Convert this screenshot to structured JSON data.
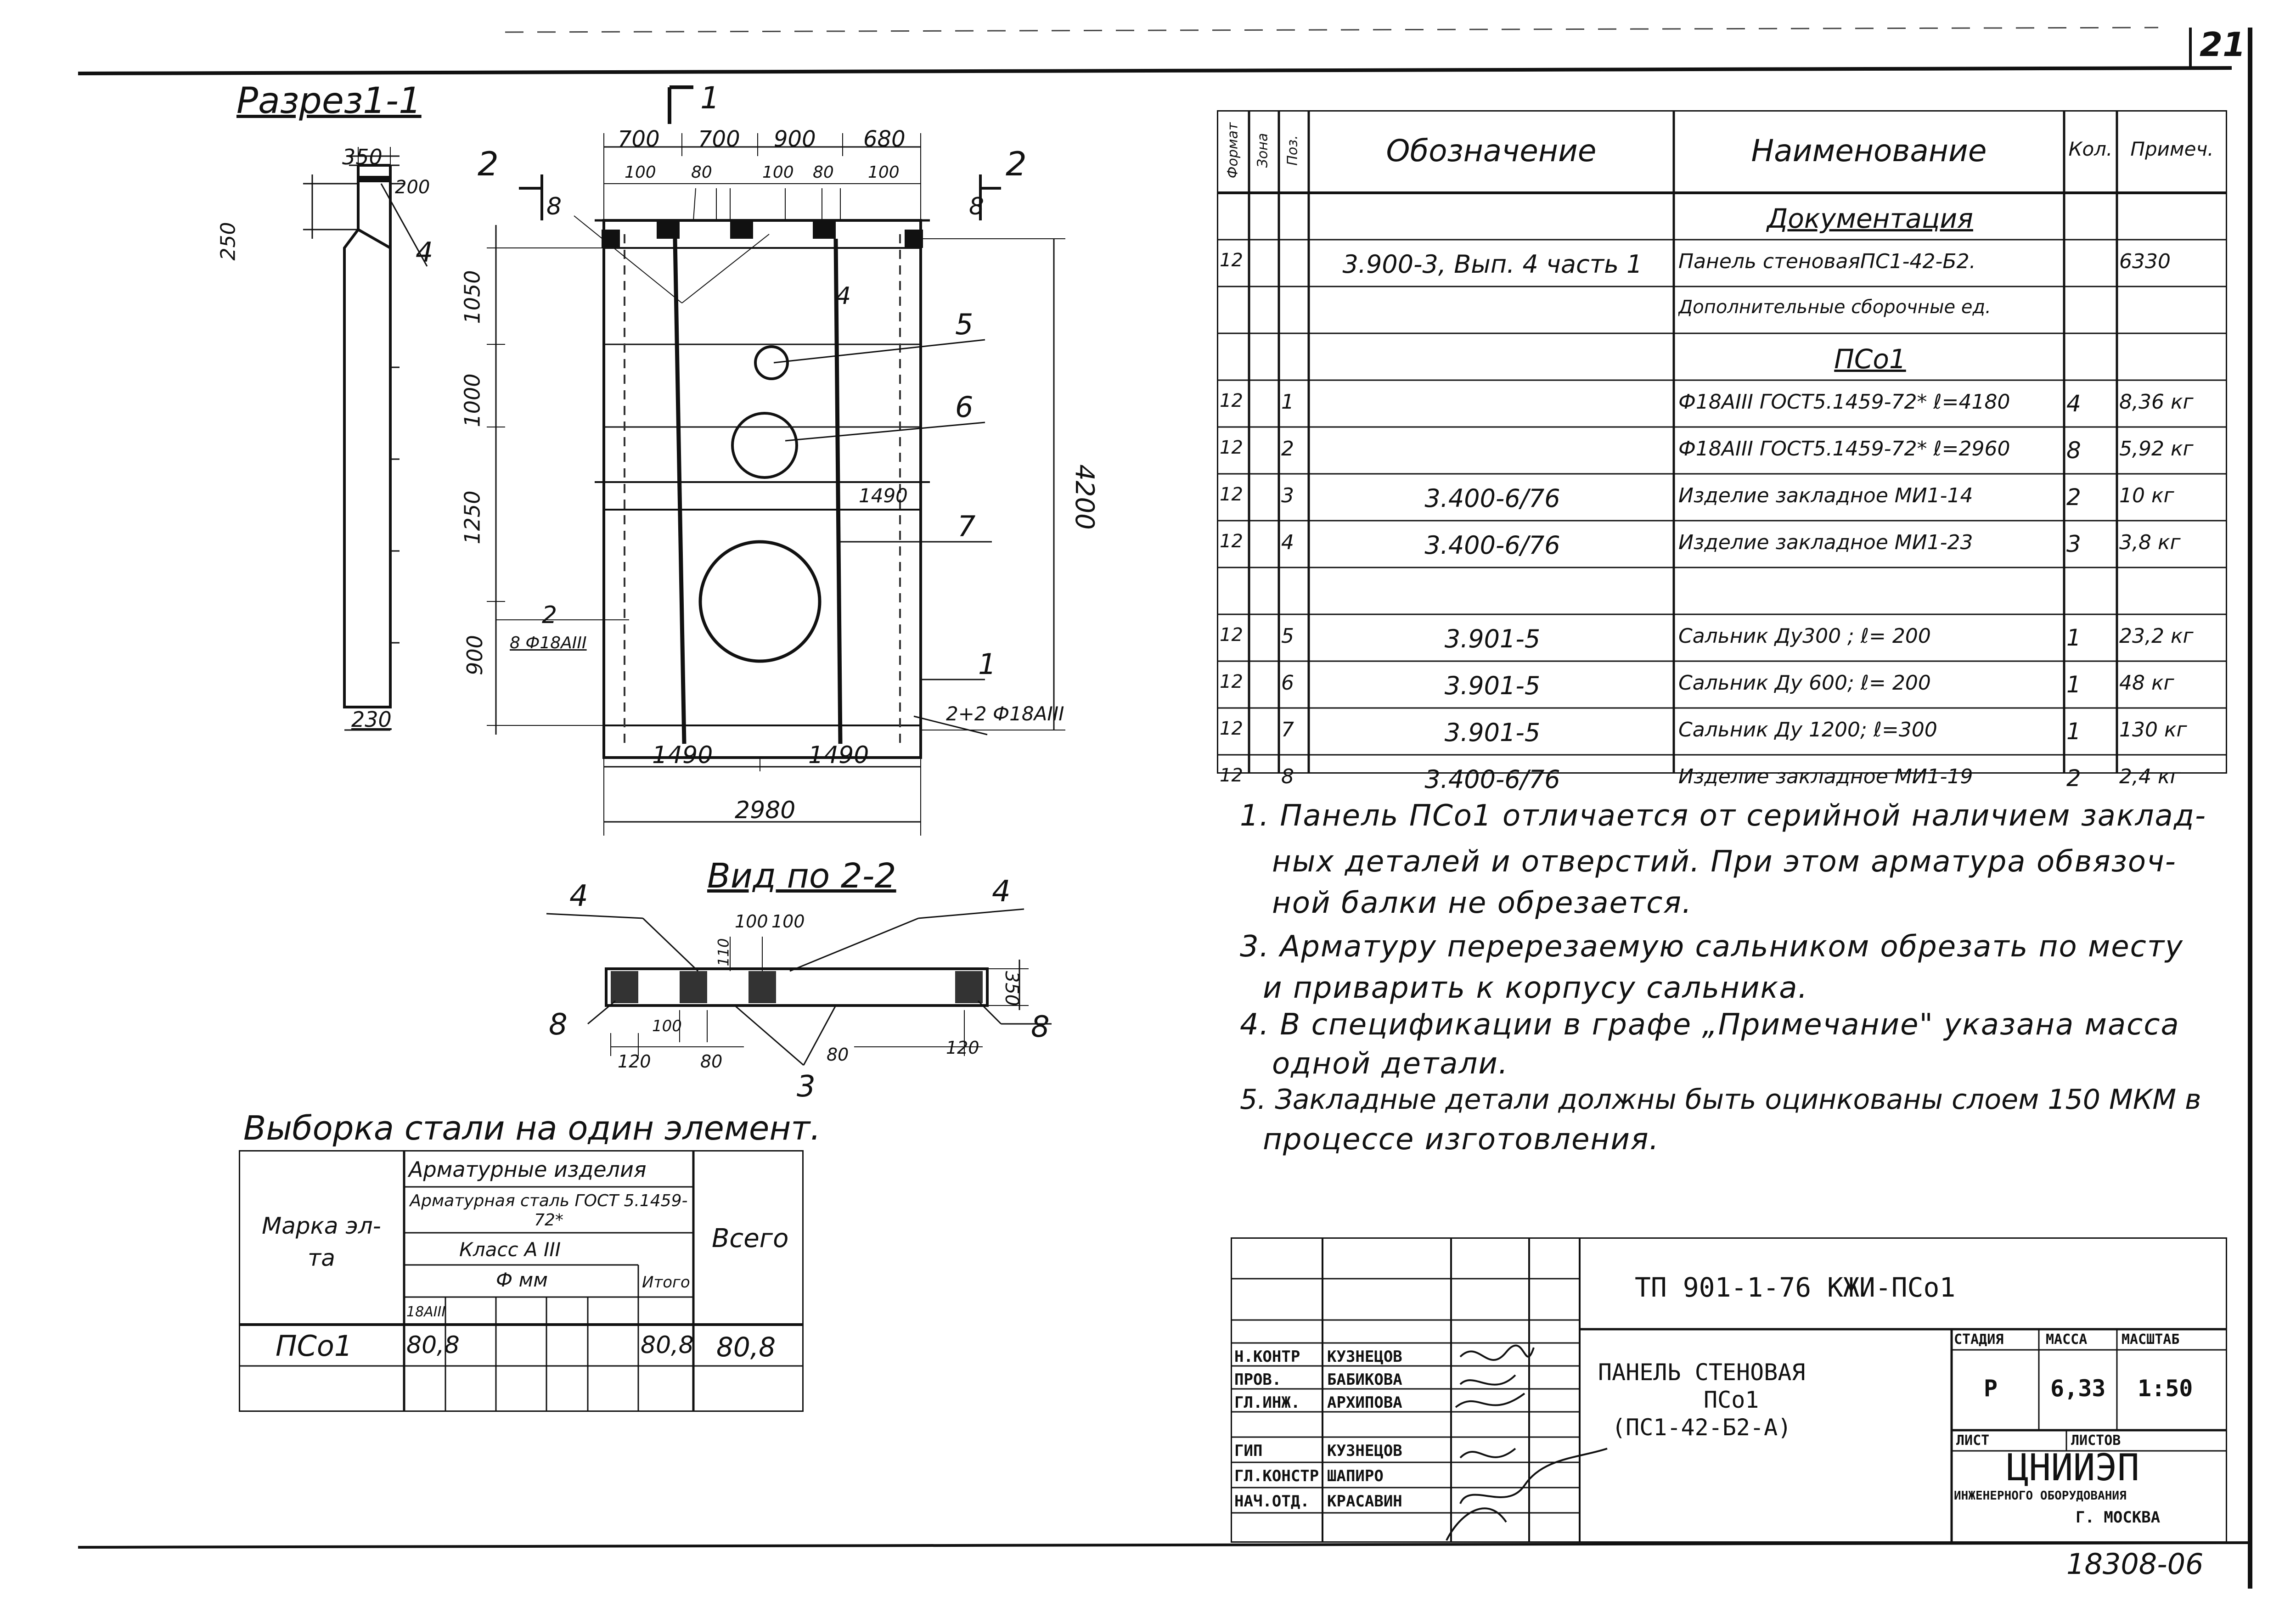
{
  "sheet": {
    "number": "21",
    "footer_code": "18308-06"
  },
  "section_title": "Разрез1-1",
  "view_title": "Вид по 2-2",
  "section_mark": "1",
  "cut_marks": [
    "2",
    "2"
  ],
  "section_dims": {
    "top_width": "350",
    "top_step": "200",
    "left_height": "250",
    "bottom_width": "230",
    "pos": "4"
  },
  "elevation": {
    "top_dims": [
      "700",
      "700",
      "900",
      "680"
    ],
    "small_dims": [
      "100",
      "80",
      "100",
      "80",
      "100"
    ],
    "left_dims": [
      "1050",
      "1000",
      "1250",
      "900"
    ],
    "right_dim": "4200",
    "bottom_dims": [
      "1490",
      "1490"
    ],
    "total_width": "2980",
    "inner_dim": "1490",
    "labels": {
      "a": "8",
      "b": "8",
      "c": "4",
      "d": "5",
      "e": "6",
      "f": "7",
      "g": "1"
    },
    "rebar_left": {
      "pos": "2",
      "text": "8 Ф18АIII"
    },
    "rebar_right": "2+2 Ф18АIII"
  },
  "view22": {
    "labels": [
      "4",
      "4",
      "8",
      "8",
      "3"
    ],
    "dims_top": [
      "100",
      "100",
      "110"
    ],
    "dims_bottom": [
      "100",
      "120",
      "80",
      "80",
      "120"
    ],
    "height": "350"
  },
  "spec": {
    "headers": {
      "format": "Формат",
      "zone": "Зона",
      "pos": "Поз.",
      "designation": "Обозначение",
      "name": "Наименование",
      "qty": "Кол.",
      "note": "Примеч."
    },
    "rows": [
      {
        "format": "",
        "zone": "",
        "pos": "",
        "designation": "",
        "name": "Документация",
        "qty": "",
        "note": ""
      },
      {
        "format": "12",
        "zone": "",
        "pos": "",
        "designation": "3.900-3, Вып. 4 часть 1",
        "name": "Панель стеноваяПС1-42-Б2.",
        "qty": "",
        "note": "6330"
      },
      {
        "format": "",
        "zone": "",
        "pos": "",
        "designation": "",
        "name": "Дополнительные сборочные ед.",
        "qty": "",
        "note": ""
      },
      {
        "format": "",
        "zone": "",
        "pos": "",
        "designation": "",
        "name": "ПСо1",
        "qty": "",
        "note": ""
      },
      {
        "format": "12",
        "zone": "",
        "pos": "1",
        "designation": "",
        "name": "Ф18АIII ГОСТ5.1459-72* ℓ=4180",
        "qty": "4",
        "note": "8,36 кг"
      },
      {
        "format": "12",
        "zone": "",
        "pos": "2",
        "designation": "",
        "name": "Ф18АIII ГОСТ5.1459-72* ℓ=2960",
        "qty": "8",
        "note": "5,92 кг"
      },
      {
        "format": "12",
        "zone": "",
        "pos": "3",
        "designation": "3.400-6/76",
        "name": "Изделие закладное   МИ1-14",
        "qty": "2",
        "note": "10 кг"
      },
      {
        "format": "12",
        "zone": "",
        "pos": "4",
        "designation": "3.400-6/76",
        "name": "Изделие закладное   МИ1-23",
        "qty": "3",
        "note": "3,8 кг"
      },
      {
        "format": "",
        "zone": "",
        "pos": "",
        "designation": "",
        "name": "",
        "qty": "",
        "note": ""
      },
      {
        "format": "12",
        "zone": "",
        "pos": "5",
        "designation": "3.901-5",
        "name": "Сальник Ду300 ; ℓ= 200",
        "qty": "1",
        "note": "23,2 кг"
      },
      {
        "format": "12",
        "zone": "",
        "pos": "6",
        "designation": "3.901-5",
        "name": "Сальник Ду 600; ℓ= 200",
        "qty": "1",
        "note": "48 кг"
      },
      {
        "format": "12",
        "zone": "",
        "pos": "7",
        "designation": "3.901-5",
        "name": "Сальник Ду 1200; ℓ=300",
        "qty": "1",
        "note": "130 кг"
      },
      {
        "format": "12",
        "zone": "",
        "pos": "8",
        "designation": "3.400-6/76",
        "name": "Изделие закладное МИ1-19",
        "qty": "2",
        "note": "2,4 кг"
      }
    ]
  },
  "notes": [
    "1. Панель ПСо1 отличается от серийной наличием заклад-",
    "ных деталей и отверстий. При этом арматура обвязоч-",
    "ной балки не обрезается.",
    "3. Арматуру перерезаемую сальником обрезать по месту",
    "и приварить к корпусу сальника.",
    "4. В спецификации в графе „Примечание\" указана масса",
    "одной детали.",
    "5. Закладные детали должны быть оцинкованы слоем 150 МКМ в",
    "процессе изготовления."
  ],
  "steel": {
    "title": "Выборка стали на один элемент.",
    "col_mark": "Марка эл-та",
    "group": "Арматурные изделия",
    "steel_type": "Арматурная сталь ГОСТ 5.1459-72*",
    "class": "Класс А III",
    "diam": "Ф мм",
    "d18": "18АIII",
    "itogo": "Итого",
    "total": "Всего",
    "row": {
      "mark": "ПСо1",
      "v18": "80,8",
      "itogo": "80,8",
      "total": "80,8"
    }
  },
  "titleblock": {
    "code": "ТП 901-1-76     КЖИ-ПСо1",
    "title_lines": [
      "ПАНЕЛЬ СТЕНОВАЯ",
      "ПСо1",
      "(ПС1-42-Б2-А)"
    ],
    "stage_h": "СТАДИЯ",
    "mass_h": "МАССА",
    "scale_h": "МАСШТАБ",
    "stage": "Р",
    "mass": "6,33",
    "scale": "1:50",
    "sheet_h": "ЛИСТ",
    "sheets_h": "ЛИСТОВ",
    "org": "ЦНИИЭП",
    "org_sub": "ИНЖЕНЕРНОГО ОБОРУДОВАНИЯ",
    "city": "Г. МОСКВА",
    "signers": [
      {
        "role": "Н.КОНТР",
        "name": "КУЗНЕЦОВ"
      },
      {
        "role": "ПРОВ.",
        "name": "БАБИКОВА"
      },
      {
        "role": "ГЛ.ИНЖ.",
        "name": "АРХИПОВА"
      },
      {
        "role": "",
        "name": ""
      },
      {
        "role": "ГИП",
        "name": "КУЗНЕЦОВ"
      },
      {
        "role": "ГЛ.КОНСТР",
        "name": "ШАПИРО"
      },
      {
        "role": "НАЧ.ОТД.",
        "name": "КРАСАВИН"
      }
    ]
  }
}
